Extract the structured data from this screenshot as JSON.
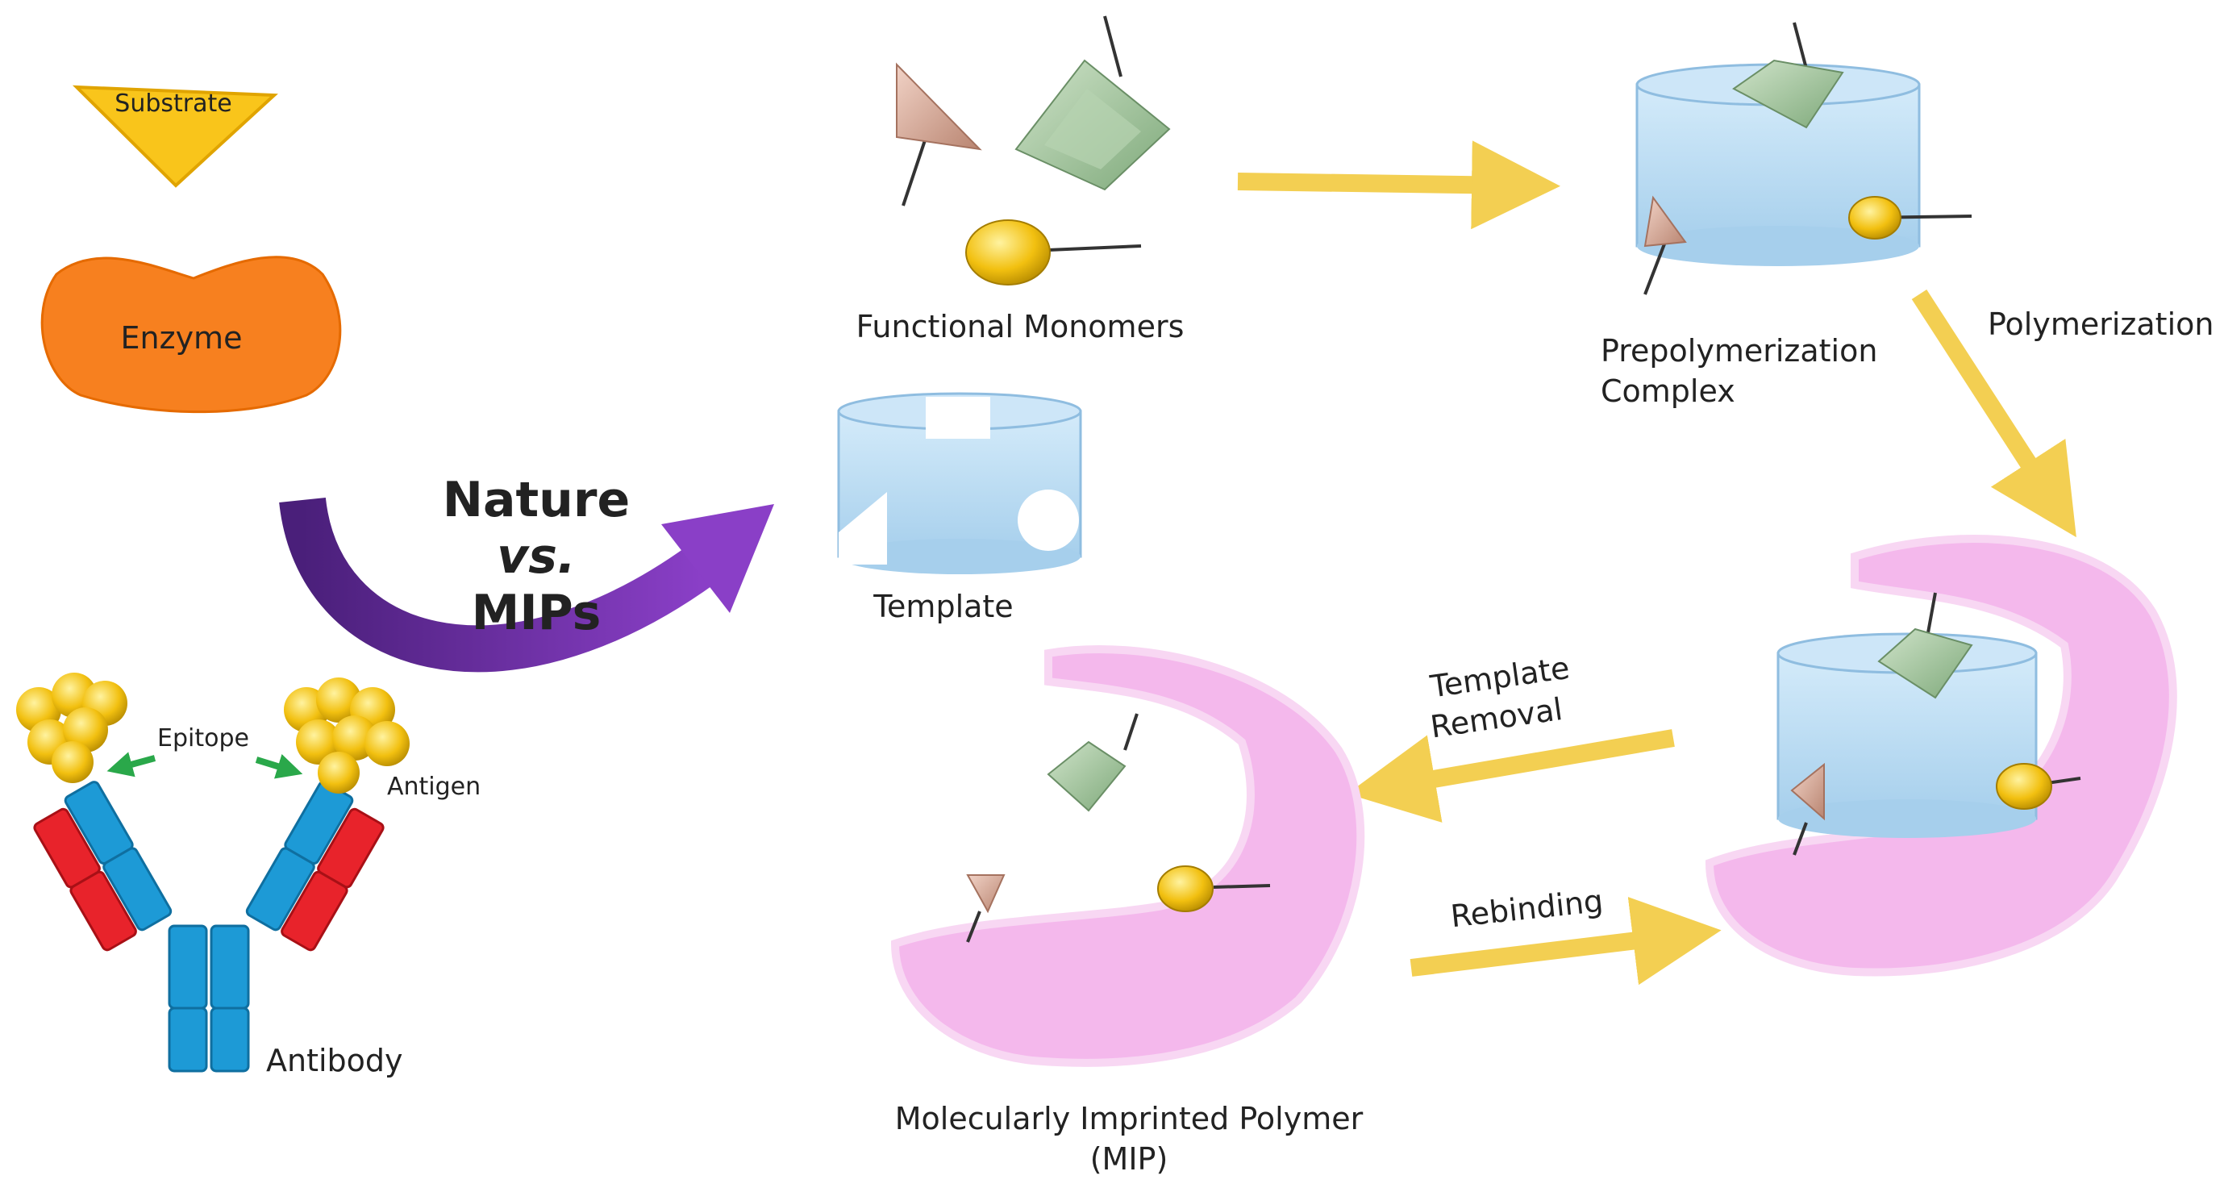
{
  "labels": {
    "substrate": "Substrate",
    "enzyme": "Enzyme",
    "epitope": "Epitope",
    "antigen": "Antigen",
    "antibody": "Antibody",
    "nature": "Nature",
    "vs": "vs.",
    "mips": "MIPs",
    "functional_monomers": "Functional Monomers",
    "template": "Template",
    "prepolymerization_line1": "Prepolymerization",
    "prepolymerization_line2": "Complex",
    "polymerization": "Polymerization",
    "template_removal_line1": "Template",
    "template_removal_line2": "Removal",
    "rebinding": "Rebinding",
    "mip_line1": "Molecularly Imprinted Polymer",
    "mip_line2": "(MIP)"
  },
  "colors": {
    "substrate": "#f9c51b",
    "enzyme": "#f7801f",
    "antigen": "#f5c400",
    "antibody_blue": "#1d9ad6",
    "antibody_red": "#e8232b",
    "epitope_arrow": "#2aa84a",
    "nature_arrow": "#6a2fa0",
    "process_arrow": "#f3cf52",
    "template_fill": "#b9dbf2",
    "monomer_triangle": "#d9a795",
    "monomer_square": "#9dc49a",
    "monomer_circle": "#e6c23a",
    "polymer": "#f4b8ec"
  }
}
